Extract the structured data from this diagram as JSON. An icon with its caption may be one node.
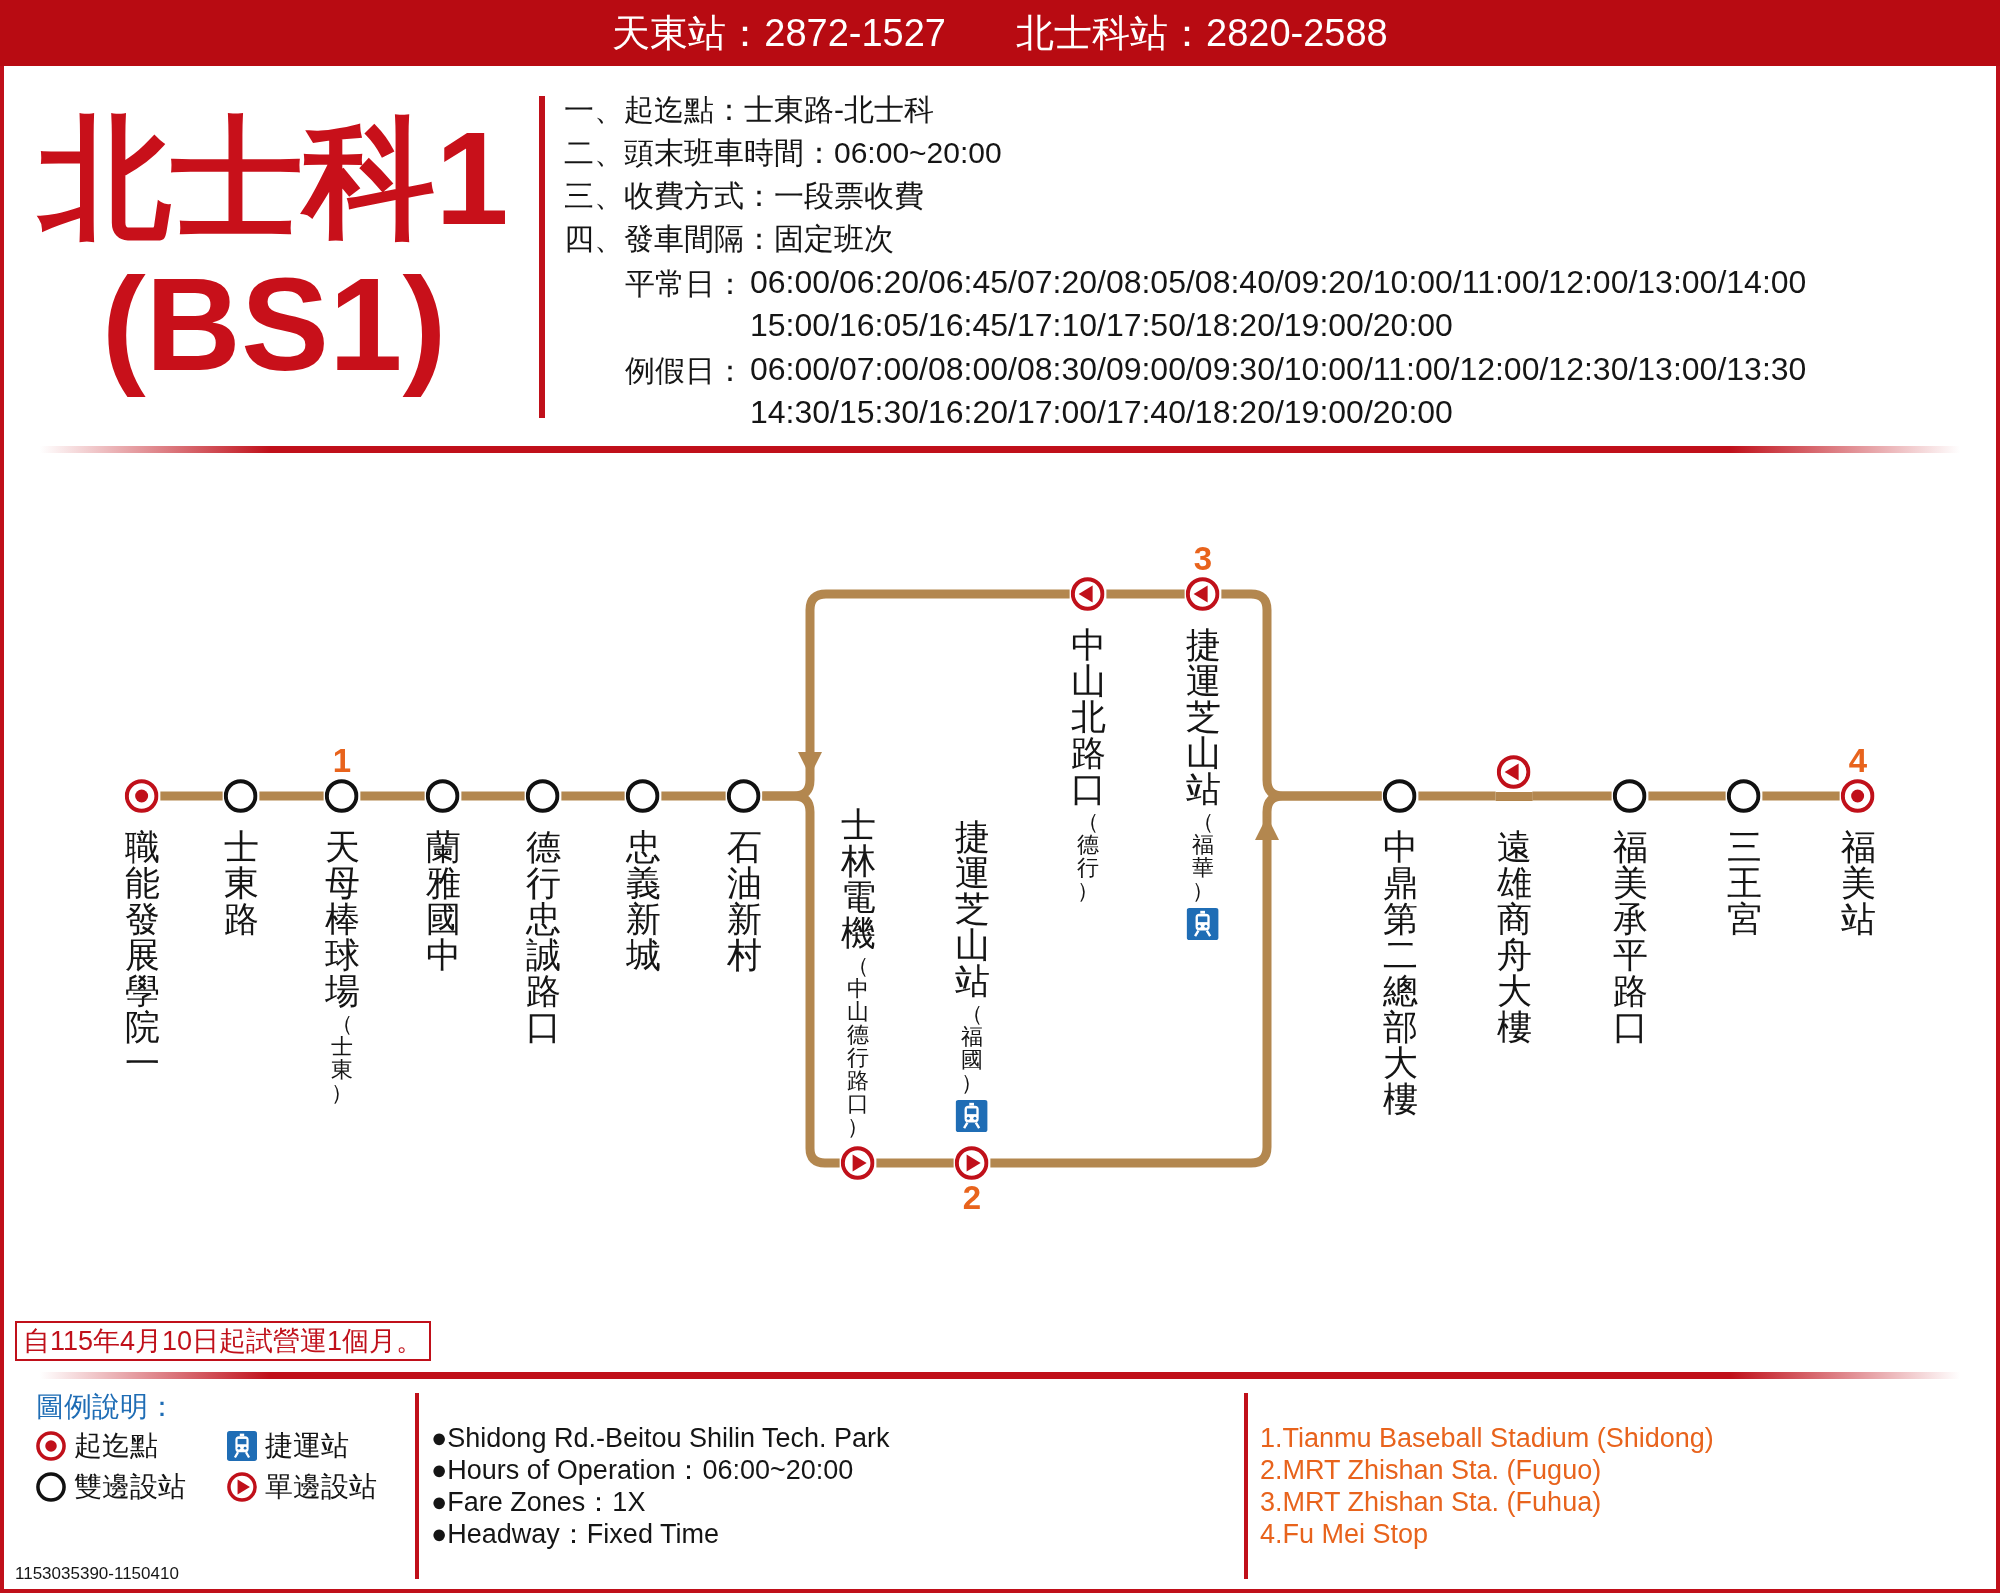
{
  "diagram": {
    "title": "北士科1 (BS1)",
    "nodes": [
      {
        "text": [
          "職能發展學院一"
        ]
      },
      {
        "text": [
          "士東路"
        ]
      },
      {
        "text": [
          "天母棒球場",
          "（士東）"
        ],
        "beside": [
          "1"
        ]
      },
      {
        "text": [
          "蘭雅國中"
        ]
      },
      {
        "text": [
          "德行忠誠路口"
        ]
      },
      {
        "text": [
          "忠義新城"
        ]
      },
      {
        "text": [
          "石油新村"
        ]
      },
      {
        "text": [
          "士林電機",
          "（中山德行路口）"
        ]
      },
      {
        "text": [
          "捷運芝山站",
          "（福國）"
        ],
        "beside": [
          "2"
        ]
      },
      {
        "text": [
          "中山北路口",
          "（德行）"
        ]
      },
      {
        "text": [
          "捷運芝山站",
          "（福華）"
        ],
        "beside": [
          "3"
        ]
      },
      {
        "text": [
          "中鼎第二總部大樓"
        ]
      },
      {
        "text": [
          "遠雄商舟大樓"
        ]
      },
      {
        "text": [
          "福美承平路口"
        ]
      },
      {
        "text": [
          "三王宮"
        ]
      },
      {
        "text": [
          "福美站"
        ],
        "beside": [
          "4"
        ]
      }
    ],
    "edges": [
      {
        "from": 0,
        "to": 1,
        "arrow": "none"
      },
      {
        "from": 1,
        "to": 2,
        "arrow": "none"
      },
      {
        "from": 2,
        "to": 3,
        "arrow": "none"
      },
      {
        "from": 3,
        "to": 4,
        "arrow": "none"
      },
      {
        "from": 4,
        "to": 5,
        "arrow": "none"
      },
      {
        "from": 5,
        "to": 6,
        "arrow": "none"
      },
      {
        "from": 6,
        "to": 7,
        "arrow": "none"
      },
      {
        "from": 7,
        "to": 8,
        "arrow": "none"
      },
      {
        "from": 8,
        "to": 11,
        "arrow": "to"
      },
      {
        "from": 11,
        "to": 10,
        "arrow": "none"
      },
      {
        "from": 10,
        "to": 9,
        "arrow": "none"
      },
      {
        "from": 9,
        "to": 6,
        "arrow": "to"
      },
      {
        "from": 11,
        "to": 12,
        "arrow": "none"
      },
      {
        "from": 12,
        "to": 13,
        "arrow": "none"
      },
      {
        "from": 13,
        "to": 14,
        "arrow": "none"
      },
      {
        "from": 14,
        "to": 15,
        "arrow": "none"
      }
    ],
    "labels": [
      "天東站：2872-1527",
      "北士科站：2820-2588",
      "一、起迄點：士東路-北士科",
      "二、頭末班車時間：06:00~20:00",
      "三、收費方式：一段票收費",
      "四、發車間隔：固定班次",
      "平常日：",
      "06:00/06:20/06:45/07:20/08:05/08:40/09:20/10:00/11:00/12:00/13:00/14:00 15:00/16:05/16:45/17:10/17:50/18:20/19:00/20:00",
      "例假日：",
      "06:00/07:00/08:00/08:30/09:00/09:30/10:00/11:00/12:00/12:30/13:00/13:30 14:30/15:30/16:20/17:00/17:40/18:20/19:00/20:00",
      "自115年4月10日起試營運1個月。",
      "圖例說明：",
      "●Shidong Rd.-Beitou Shilin Tech. Park",
      "●Hours of Operation：06:00~20:00",
      "●Fare Zones：1X",
      "●Headway：Fixed Time",
      "1.Tianmu Baseball Stadium (Shidong)",
      "2.MRT Zhishan Sta. (Fuguo)",
      "3.MRT Zhishan Sta. (Fuhua)",
      "4.Fu Mei Stop",
      "1153035390-1150410"
    ],
    "legend": [
      {
        "text": "起迄點"
      },
      {
        "text": "捷運站"
      },
      {
        "text": "雙邊設站"
      },
      {
        "text": "單邊設站"
      }
    ]
  }
}
